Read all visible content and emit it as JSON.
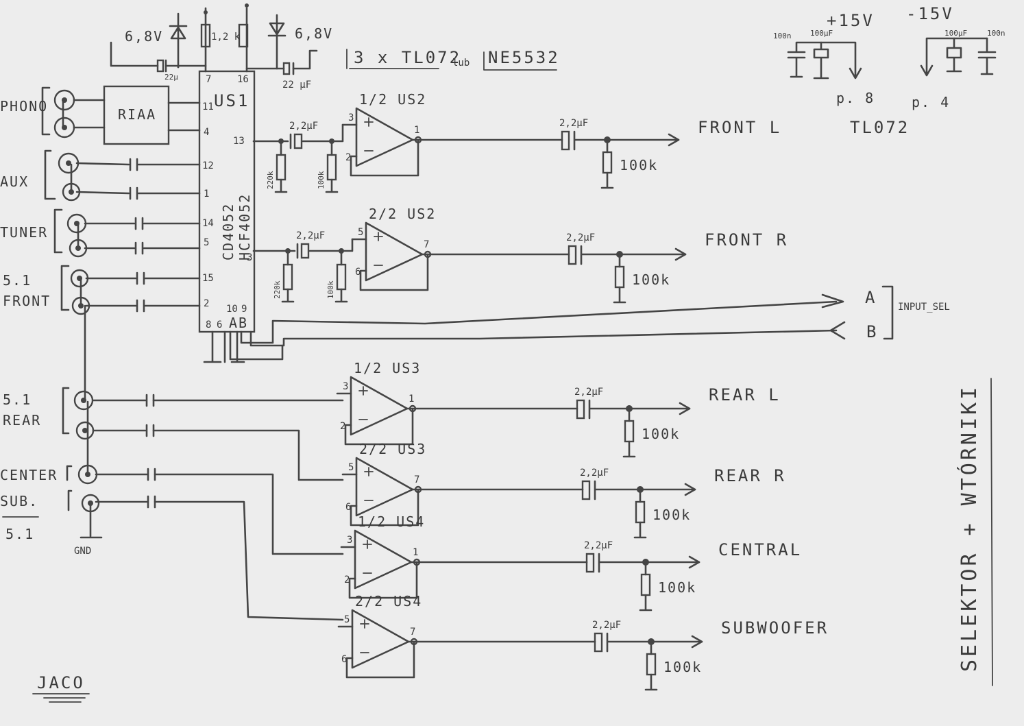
{
  "title": "SELEKTOR + WTÓRNIKI",
  "header": {
    "opamp_note": "3 x TL072",
    "or_word": "lub",
    "opamp_alt": "NE5532"
  },
  "author": "JACO",
  "chips": {
    "us1": {
      "name": "US1",
      "type1": "CD4052",
      "type2": "HCF4052"
    },
    "pins": {
      "vdd": "16",
      "vee": "7",
      "in1": "11",
      "in2": "4",
      "in3": "12",
      "in4": "1",
      "in5": "14",
      "in6": "5",
      "in7": "15",
      "in8": "2",
      "outx": "13",
      "outy": "3",
      "pa": "10",
      "pb": "9",
      "ab": "AB",
      "p8": "8",
      "p6": "6"
    }
  },
  "top_supply": {
    "zener_left": "6,8V",
    "zener_right": "6,8V",
    "resistor": "1,2 k",
    "cap_left": "22µ",
    "cap_right": "22 µF"
  },
  "power": {
    "pos_label": "+15V",
    "neg_label": "-15V",
    "pos_caps": [
      "100n",
      "100µF"
    ],
    "neg_caps": [
      "100µF",
      "100n"
    ],
    "pos_pin": "p. 8",
    "neg_pin": "p. 4",
    "ic": "TL072"
  },
  "inputs": {
    "phono": "PHONO",
    "riaa": "RIAA",
    "aux": "AUX",
    "tuner": "TUNER",
    "front_a": "5.1",
    "front_b": "FRONT",
    "rear_a": "5.1",
    "rear_b": "REAR",
    "center": "CENTER",
    "sub": "SUB.",
    "sub_group": "5.1",
    "gnd": "GND"
  },
  "select": {
    "a": "A",
    "b": "B",
    "label": "INPUT_SEL"
  },
  "channels": [
    {
      "id": "front-l",
      "output": "FRONT L",
      "opamp": "1/2 US2",
      "plus": "3",
      "minus": "2",
      "out": "1",
      "coupling": "2,2µF",
      "load": "100k",
      "in_cap": "2,2µF",
      "r1": "220k",
      "r2": "100k"
    },
    {
      "id": "front-r",
      "output": "FRONT R",
      "opamp": "2/2 US2",
      "plus": "5",
      "minus": "6",
      "out": "7",
      "coupling": "2,2µF",
      "load": "100k",
      "in_cap": "2,2µF",
      "r1": "220k",
      "r2": "100k"
    },
    {
      "id": "rear-l",
      "output": "REAR L",
      "opamp": "1/2 US3",
      "plus": "3",
      "minus": "2",
      "out": "1",
      "coupling": "2,2µF",
      "load": "100k"
    },
    {
      "id": "rear-r",
      "output": "REAR R",
      "opamp": "2/2 US3",
      "plus": "5",
      "minus": "6",
      "out": "7",
      "coupling": "2,2µF",
      "load": "100k"
    },
    {
      "id": "central",
      "output": "CENTRAL",
      "opamp": "1/2 US4",
      "plus": "3",
      "minus": "2",
      "out": "1",
      "coupling": "2,2µF",
      "load": "100k"
    },
    {
      "id": "subwoofer",
      "output": "SUBWOOFER",
      "opamp": "2/2 US4",
      "plus": "5",
      "minus": "6",
      "out": "7",
      "coupling": "2,2µF",
      "load": "100k"
    }
  ]
}
